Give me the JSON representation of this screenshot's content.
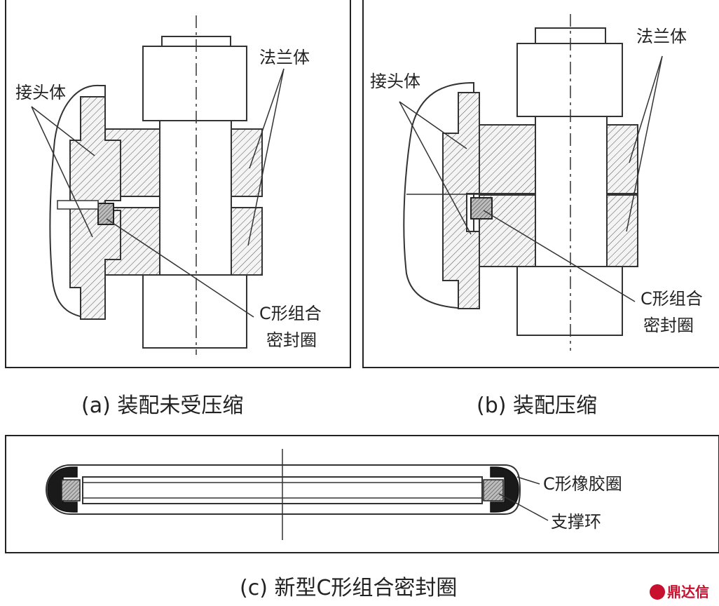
{
  "panel_a": {
    "label_joint": "接头体",
    "label_flange": "法兰体",
    "label_seal_line1": "C形组合",
    "label_seal_line2": "密封圈",
    "caption": "(a) 装配未受压缩"
  },
  "panel_b": {
    "label_joint": "接头体",
    "label_flange": "法兰体",
    "label_seal_line1": "C形组合",
    "label_seal_line2": "密封圈",
    "caption": "(b) 装配压缩"
  },
  "panel_c": {
    "label_rubber": "C形橡胶圈",
    "label_ring": "支撑环",
    "caption": "(c) 新型C形组合密封圈"
  },
  "watermark": "鼎达信"
}
